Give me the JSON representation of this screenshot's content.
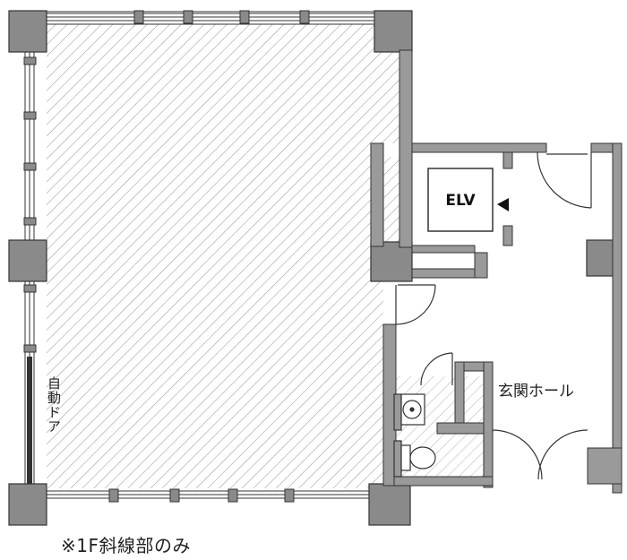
{
  "plan": {
    "elevator_label": "ELV",
    "entrance_hall_label": "玄関ホール",
    "auto_door_label": "自動ドア",
    "note": "※1F斜線部のみ"
  },
  "colors": {
    "wall": "#8e8e8e",
    "column": "#8a8a8a",
    "hatch": "#9a9a9a",
    "line": "#333333"
  }
}
